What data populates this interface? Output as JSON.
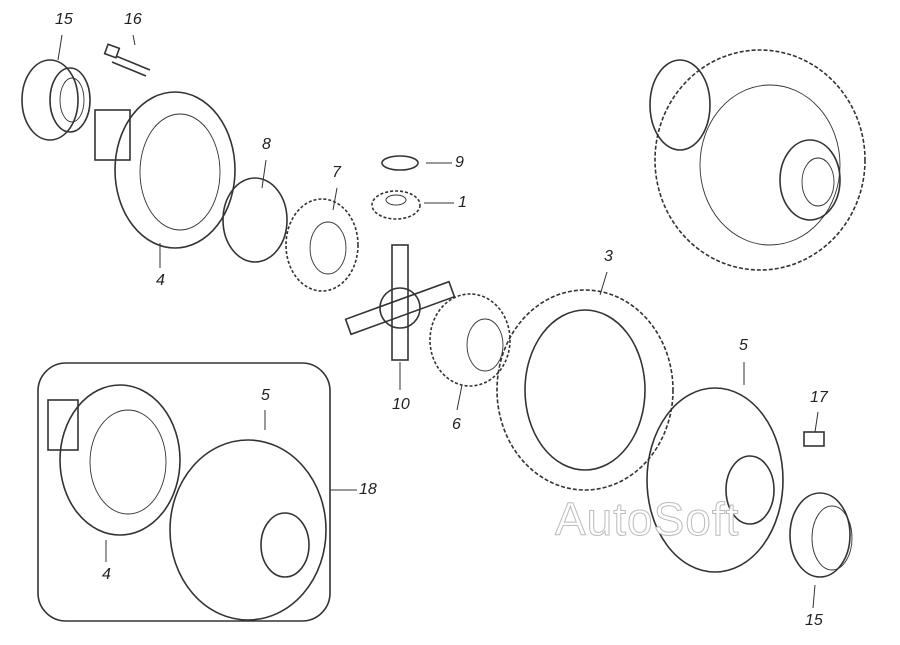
{
  "diagram": {
    "title": "",
    "callouts": [
      {
        "id": "15a",
        "label": "15"
      },
      {
        "id": "16",
        "label": "16"
      },
      {
        "id": "8",
        "label": "8"
      },
      {
        "id": "7",
        "label": "7"
      },
      {
        "id": "9",
        "label": "9"
      },
      {
        "id": "1",
        "label": "1"
      },
      {
        "id": "4a",
        "label": "4"
      },
      {
        "id": "3",
        "label": "3"
      },
      {
        "id": "10",
        "label": "10"
      },
      {
        "id": "6",
        "label": "6"
      },
      {
        "id": "5a",
        "label": "5"
      },
      {
        "id": "17",
        "label": "17"
      },
      {
        "id": "5b",
        "label": "5"
      },
      {
        "id": "18",
        "label": "18"
      },
      {
        "id": "4b",
        "label": "4"
      },
      {
        "id": "15b",
        "label": "15"
      }
    ],
    "watermark": "AutoSoft"
  }
}
